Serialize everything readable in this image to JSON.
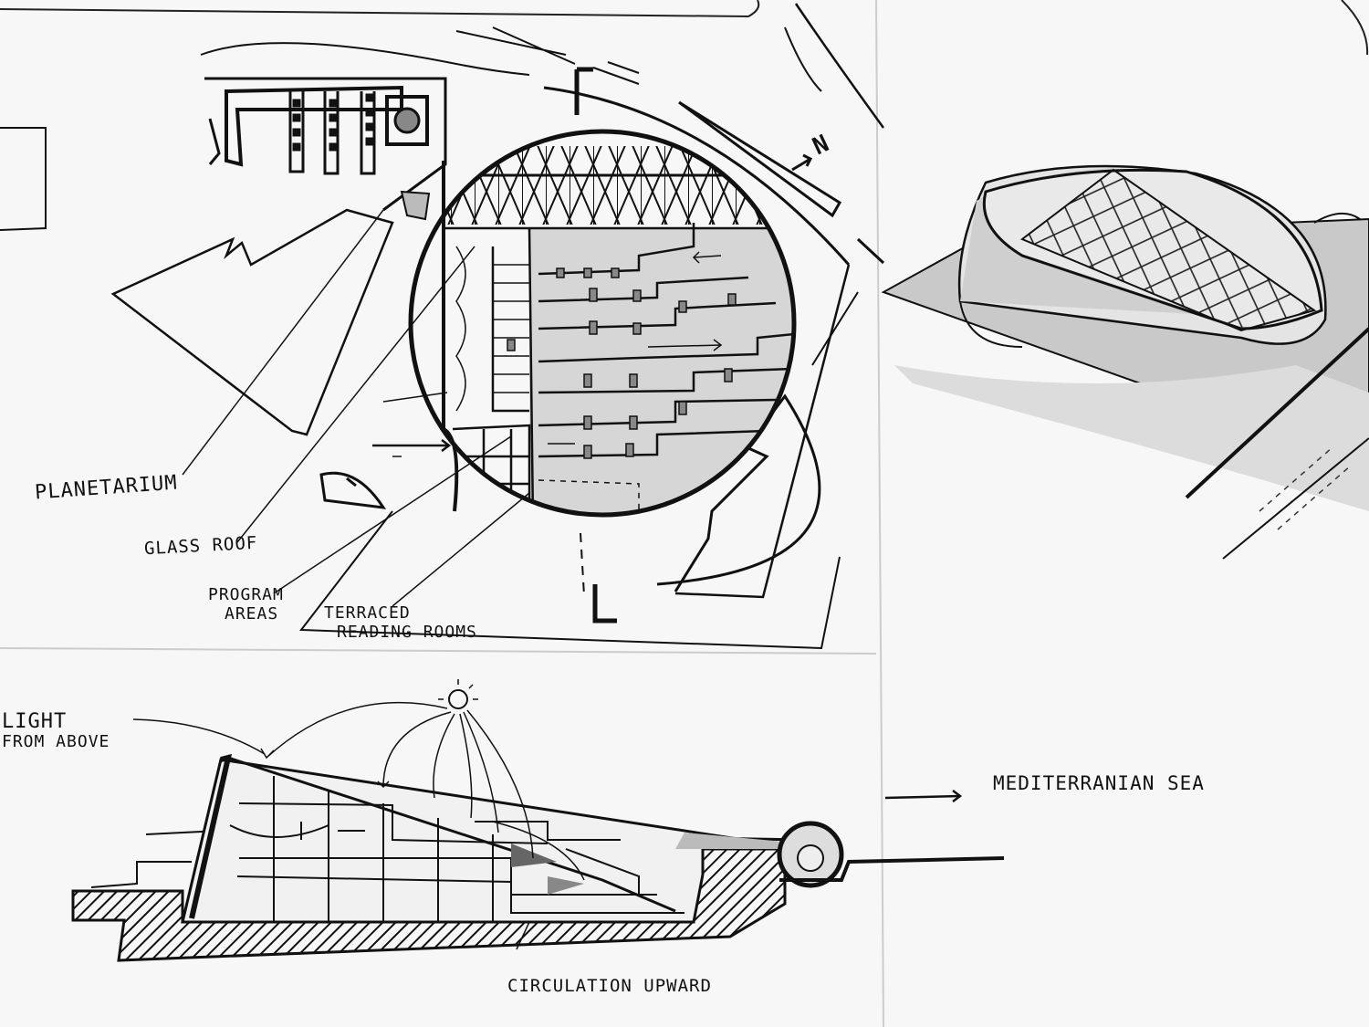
{
  "labels": {
    "planetarium": "PLANETARIUM",
    "glass_roof": "GLASS ROOF",
    "program_areas_line1": "PROGRAM",
    "program_areas_line2": "AREAS",
    "terraced_line1": "TERRACED",
    "terraced_line2": "READING ROOMS",
    "light_line1": "LIGHT",
    "light_line2": "FROM ABOVE",
    "mediterranean_sea": "MEDITERRANIAN SEA",
    "circulation_upward": "CIRCULATION UPWARD",
    "north": "N"
  },
  "colors": {
    "ink": "#111111",
    "paper": "#f7f7f7",
    "shade": "#bdbdbd",
    "light_shade": "#d9d9d9"
  }
}
